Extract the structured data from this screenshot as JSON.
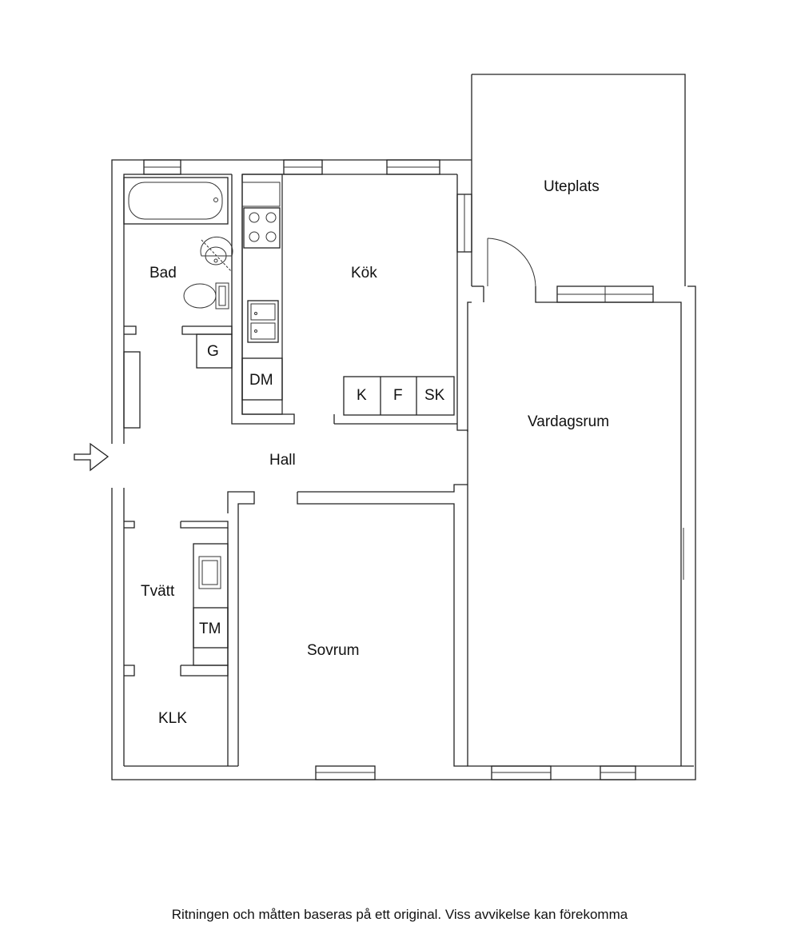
{
  "rooms": {
    "bad": "Bad",
    "kok": "Kök",
    "uteplats": "Uteplats",
    "vardagsrum": "Vardagsrum",
    "hall": "Hall",
    "tvatt": "Tvätt",
    "sovrum": "Sovrum",
    "klk": "KLK"
  },
  "fixtures": {
    "g": "G",
    "dm": "DM",
    "k": "K",
    "f": "F",
    "sk": "SK",
    "tm": "TM"
  },
  "footer": "Ritningen och måtten baseras på ett original. Viss avvikelse kan förekomma"
}
